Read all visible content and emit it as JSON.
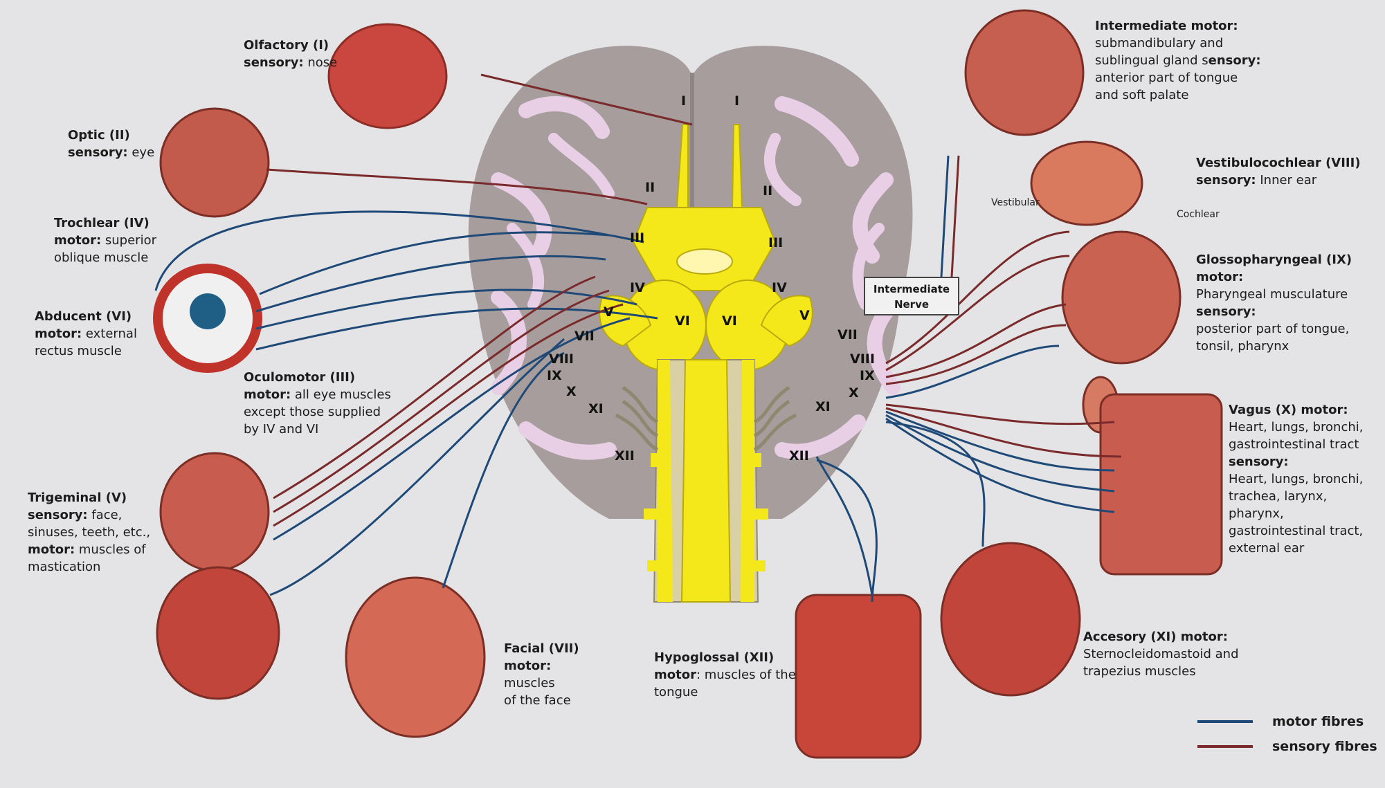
{
  "nerves": {
    "olfactory": {
      "title": "Olfactory (I)",
      "l1_bold": "sensory:",
      "l1": " nose"
    },
    "optic": {
      "title": "Optic (II)",
      "l1_bold": "sensory:",
      "l1": " eye"
    },
    "trochlear": {
      "title": "Trochlear (IV)",
      "l1_bold": "motor:",
      "l1": " superior",
      "l2": "oblique muscle"
    },
    "abducent": {
      "title": "Abducent (VI)",
      "l1_bold": "motor:",
      "l1": " external",
      "l2": "rectus muscle"
    },
    "oculomotor": {
      "title": "Oculomotor (III)",
      "l1_bold": "motor:",
      "l1": " all eye muscles",
      "l2": "except those supplied",
      "l3": "by IV and VI"
    },
    "trigeminal": {
      "title": "Trigeminal (V)",
      "l1_bold": "sensory:",
      "l1": " face,",
      "l2": "sinuses, teeth, etc.,",
      "l3_bold": "motor:",
      "l3": " muscles of",
      "l4": "mastication"
    },
    "facial": {
      "title": "Facial (VII)",
      "l1_bold": "motor:",
      "l2": "muscles",
      "l3": "of the face"
    },
    "hypoglossal": {
      "title": "Hypoglossal (XII)",
      "l1_bold": "motor",
      "l1": ": muscles of the",
      "l2": "tongue"
    },
    "intermediate": {
      "title": "Intermediate motor:",
      "l1": "submandibulary and",
      "l2a": "sublingual gland s",
      "l2_bold": "ensory:",
      "l3": "anterior part of tongue",
      "l4": "and soft palate"
    },
    "vestibulocochlear": {
      "title": "Vestibulocochlear (VIII)",
      "l1_bold": "sensory:",
      "l1": " Inner ear"
    },
    "glossopharyngeal": {
      "title": "Glossopharyngeal (IX)",
      "l1_bold": "motor:",
      "l2": "Pharyngeal musculature",
      "l3_bold": "sensory:",
      "l4": "posterior part of tongue,",
      "l5": "tonsil, pharynx"
    },
    "vagus": {
      "title": "Vagus (X) motor:",
      "l1": "Heart, lungs, bronchi,",
      "l2": "gastrointestinal tract",
      "l3_bold": "sensory:",
      "l4": "Heart, lungs, bronchi,",
      "l5": "trachea, larynx, pharynx,",
      "l6": "gastrointestinal tract,",
      "l7": "external ear"
    },
    "accessory": {
      "title": "Accesory (XI) motor:",
      "l1": "Sternocleidomastoid and",
      "l2": "trapezius muscles"
    }
  },
  "ear_labels": {
    "vestibular": "Vestibular",
    "cochlear": "Cochlear"
  },
  "intermediate_box": {
    "line1": "Intermediate",
    "line2": "Nerve"
  },
  "numerals": {
    "I": "I",
    "II": "II",
    "III": "III",
    "IV": "IV",
    "V": "V",
    "VI": "VI",
    "VII": "VII",
    "VIII": "VIII",
    "IX": "IX",
    "X": "X",
    "XI": "XI",
    "XII": "XII"
  },
  "legend": {
    "motor": {
      "label": "motor fibres",
      "color": "#1f4a78"
    },
    "sensory": {
      "label": "sensory fibres",
      "color": "#7a2a2a"
    }
  },
  "colors": {
    "motor": "#1f4a78",
    "sensory": "#7a2a2a",
    "brainstem": "#f5e81a",
    "brain": "#a69c9c"
  }
}
